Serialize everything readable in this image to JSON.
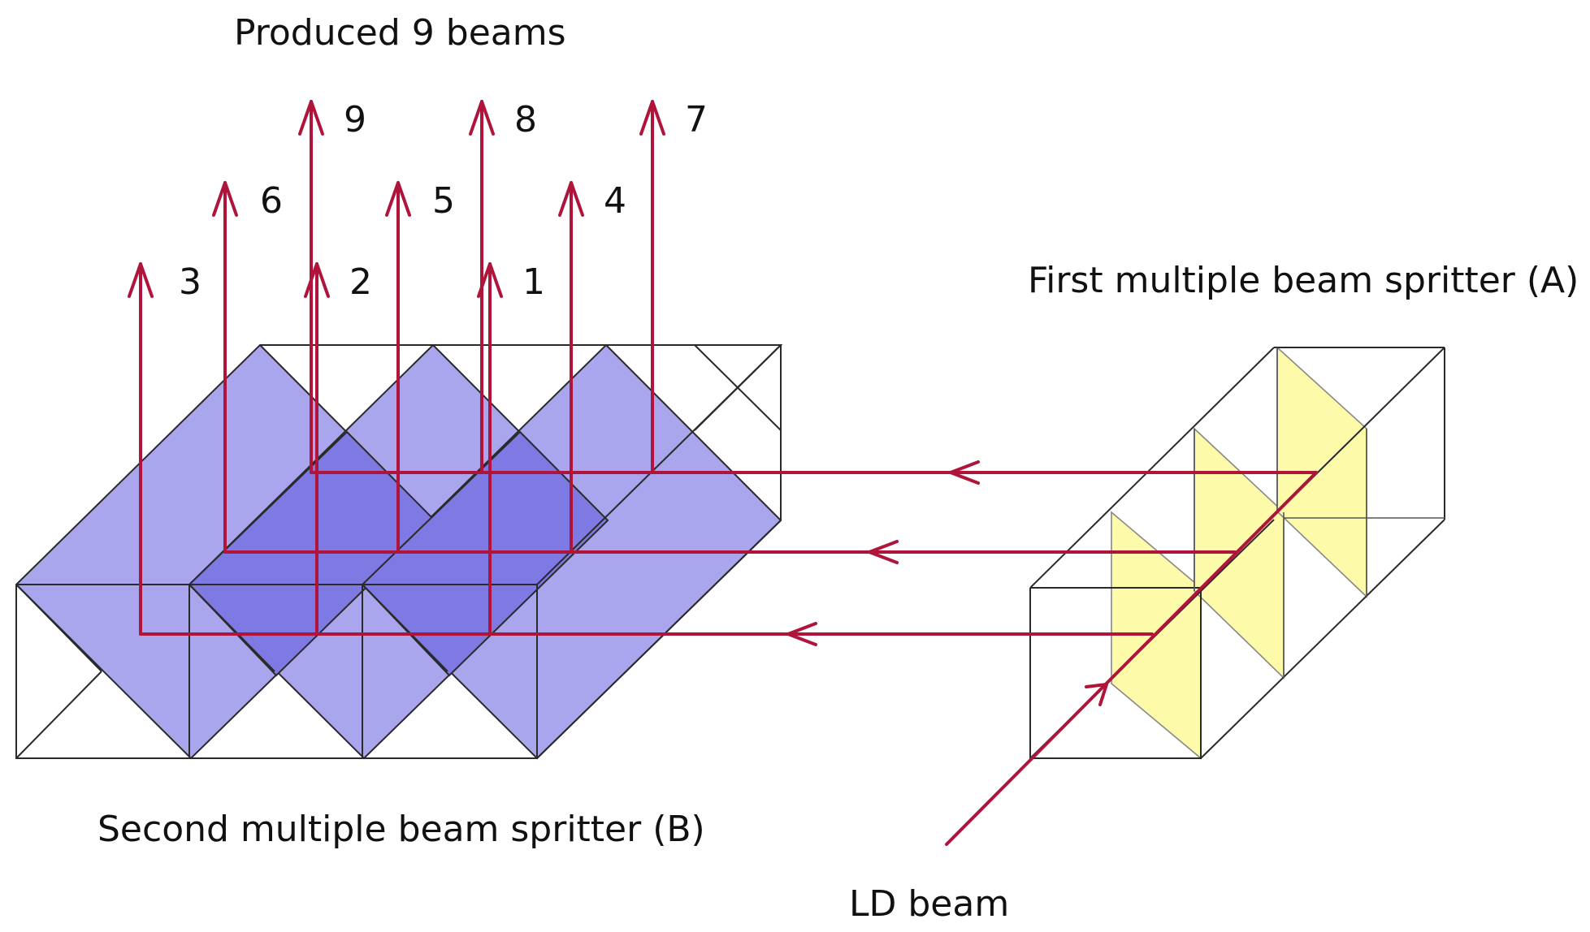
{
  "labels": {
    "title": "Produced 9 beams",
    "splitter_a": "First multiple beam spritter (A)",
    "splitter_b": "Second multiple beam spritter (B)",
    "ld_beam": "LD beam"
  },
  "beams": [
    {
      "number": "1"
    },
    {
      "number": "2"
    },
    {
      "number": "3"
    },
    {
      "number": "4"
    },
    {
      "number": "5"
    },
    {
      "number": "6"
    },
    {
      "number": "7"
    },
    {
      "number": "8"
    },
    {
      "number": "9"
    }
  ],
  "colors": {
    "beam": "#b0143a",
    "splitter_b_fill": "#a9a6ee",
    "splitter_b_overlap": "#7f79e4",
    "splitter_a_fill": "#fdfbaa",
    "outline": "#2a2a2a"
  }
}
